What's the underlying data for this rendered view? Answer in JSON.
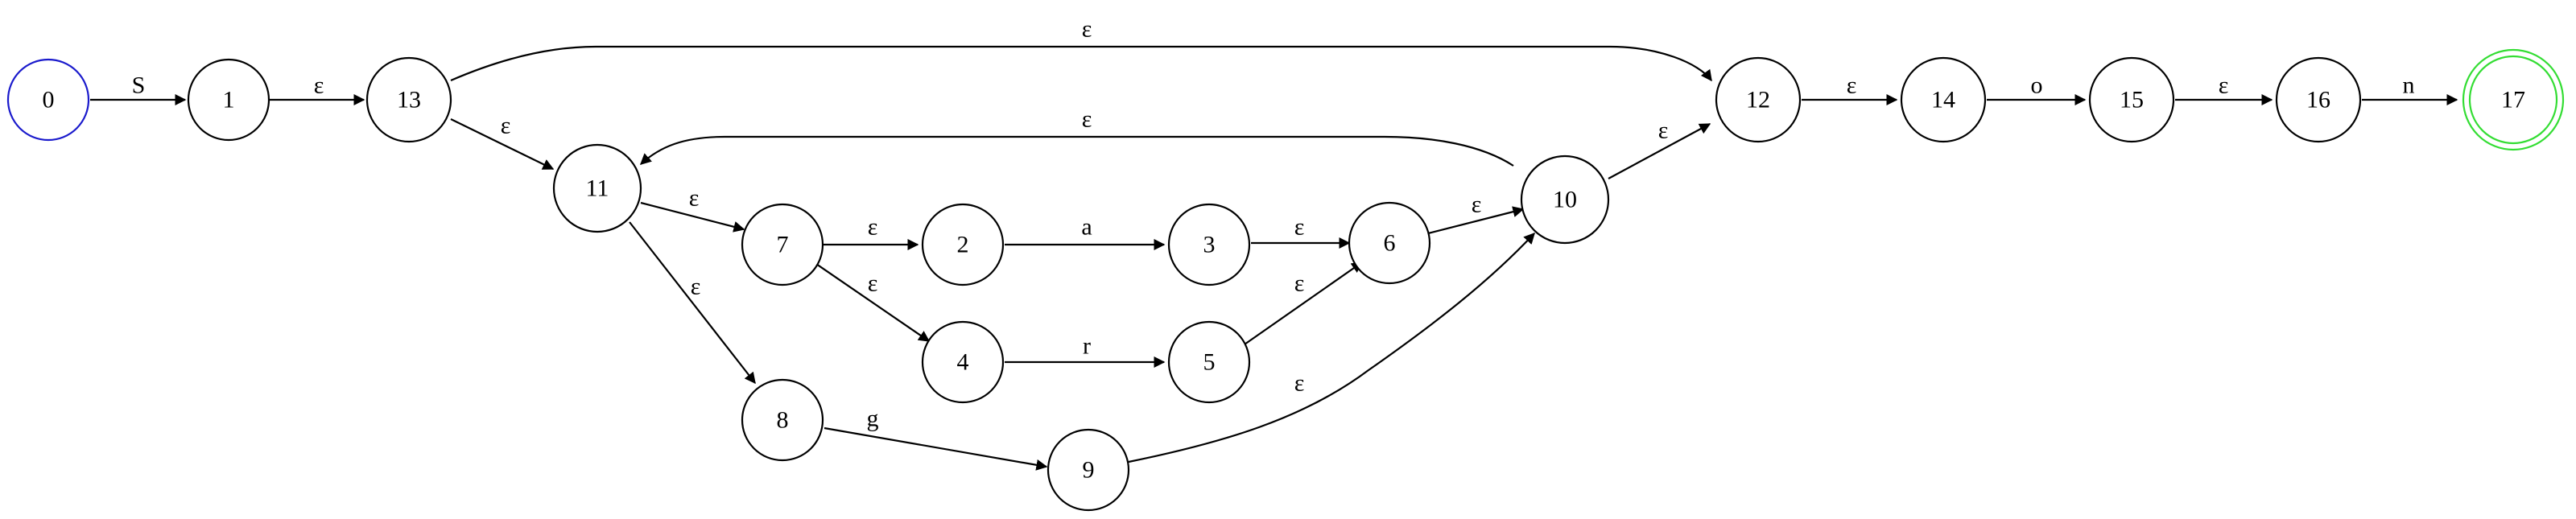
{
  "colors": {
    "stroke": "#000000",
    "start_state": "#1a1acc",
    "accept_state": "#33dd33"
  },
  "diagram": {
    "type": "nfa-state-diagram",
    "start_state": "0",
    "accept_states": [
      "17"
    ],
    "states": [
      {
        "id": "n0",
        "label": "0"
      },
      {
        "id": "n1",
        "label": "1"
      },
      {
        "id": "n13",
        "label": "13"
      },
      {
        "id": "n12",
        "label": "12"
      },
      {
        "id": "n14",
        "label": "14"
      },
      {
        "id": "n15",
        "label": "15"
      },
      {
        "id": "n16",
        "label": "16"
      },
      {
        "id": "n17",
        "label": "17"
      },
      {
        "id": "n11",
        "label": "11"
      },
      {
        "id": "n10",
        "label": "10"
      },
      {
        "id": "n7",
        "label": "7"
      },
      {
        "id": "n2",
        "label": "2"
      },
      {
        "id": "n3",
        "label": "3"
      },
      {
        "id": "n6",
        "label": "6"
      },
      {
        "id": "n4",
        "label": "4"
      },
      {
        "id": "n5",
        "label": "5"
      },
      {
        "id": "n8",
        "label": "8"
      },
      {
        "id": "n9",
        "label": "9"
      }
    ],
    "transitions": [
      {
        "id": "e0_1",
        "from": "0",
        "to": "1",
        "label": "S"
      },
      {
        "id": "e1_13",
        "from": "1",
        "to": "13",
        "label": "ε"
      },
      {
        "id": "e13_12",
        "from": "13",
        "to": "12",
        "label": "ε"
      },
      {
        "id": "e13_11",
        "from": "13",
        "to": "11",
        "label": "ε"
      },
      {
        "id": "e10_11",
        "from": "10",
        "to": "11",
        "label": "ε"
      },
      {
        "id": "e10_12",
        "from": "10",
        "to": "12",
        "label": "ε"
      },
      {
        "id": "e12_14",
        "from": "12",
        "to": "14",
        "label": "ε"
      },
      {
        "id": "e14_15",
        "from": "14",
        "to": "15",
        "label": "o"
      },
      {
        "id": "e15_16",
        "from": "15",
        "to": "16",
        "label": "ε"
      },
      {
        "id": "e16_17",
        "from": "16",
        "to": "17",
        "label": "n"
      },
      {
        "id": "e11_7",
        "from": "11",
        "to": "7",
        "label": "ε"
      },
      {
        "id": "e11_8",
        "from": "11",
        "to": "8",
        "label": "ε"
      },
      {
        "id": "e7_2",
        "from": "7",
        "to": "2",
        "label": "ε"
      },
      {
        "id": "e7_4",
        "from": "7",
        "to": "4",
        "label": "ε"
      },
      {
        "id": "e2_3",
        "from": "2",
        "to": "3",
        "label": "a"
      },
      {
        "id": "e3_6",
        "from": "3",
        "to": "6",
        "label": "ε"
      },
      {
        "id": "e4_5",
        "from": "4",
        "to": "5",
        "label": "r"
      },
      {
        "id": "e5_6",
        "from": "5",
        "to": "6",
        "label": "ε"
      },
      {
        "id": "e6_10",
        "from": "6",
        "to": "10",
        "label": "ε"
      },
      {
        "id": "e8_9",
        "from": "8",
        "to": "9",
        "label": "g"
      },
      {
        "id": "e9_10",
        "from": "9",
        "to": "10",
        "label": "ε"
      }
    ]
  }
}
